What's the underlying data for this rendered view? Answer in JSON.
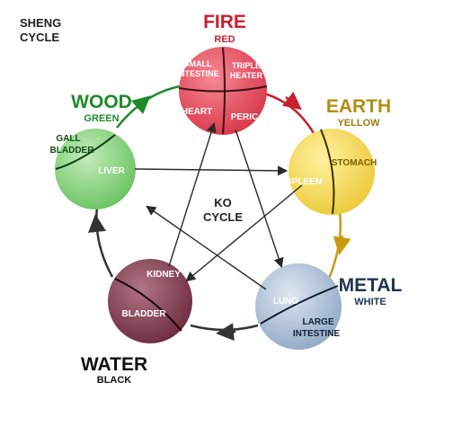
{
  "cycle_label": [
    "SHENG",
    "CYCLE"
  ],
  "center_label": [
    "KO",
    "CYCLE"
  ],
  "elements": {
    "fire": {
      "name": "FIRE",
      "color_name": "RED",
      "color": "#c8202f",
      "fill": "#e0414f",
      "organs": {
        "small_intestine": [
          "SMALL",
          "INTESTINE"
        ],
        "triple_heater": [
          "TRIPLE",
          "HEATER"
        ],
        "heart": "HEART",
        "pericardium": "PERICARDIUM"
      }
    },
    "earth": {
      "name": "EARTH",
      "color_name": "YELLOW",
      "color": "#b89a10",
      "fill": "#f2d64a",
      "organs": {
        "stomach": "STOMACH",
        "spleen": "SPLEEN"
      }
    },
    "metal": {
      "name": "METAL",
      "color_name": "WHITE",
      "color": "#1f3450",
      "fill": "#aabdd6",
      "organs": {
        "lung": "LUNG",
        "large_intestine": [
          "LARGE",
          "INTESTINE"
        ]
      }
    },
    "water": {
      "name": "WATER",
      "color_name": "BLACK",
      "color": "#111111",
      "fill": "#7a3848",
      "organs": {
        "kidney": "KIDNEY",
        "bladder": "BLADDER"
      }
    },
    "wood": {
      "name": "WOOD",
      "color_name": "GREEN",
      "color": "#1f8a2a",
      "fill": "#7fcf74",
      "organs": {
        "gall_bladder": [
          "GALL",
          "BLADDER"
        ],
        "liver": "LIVER"
      }
    }
  }
}
